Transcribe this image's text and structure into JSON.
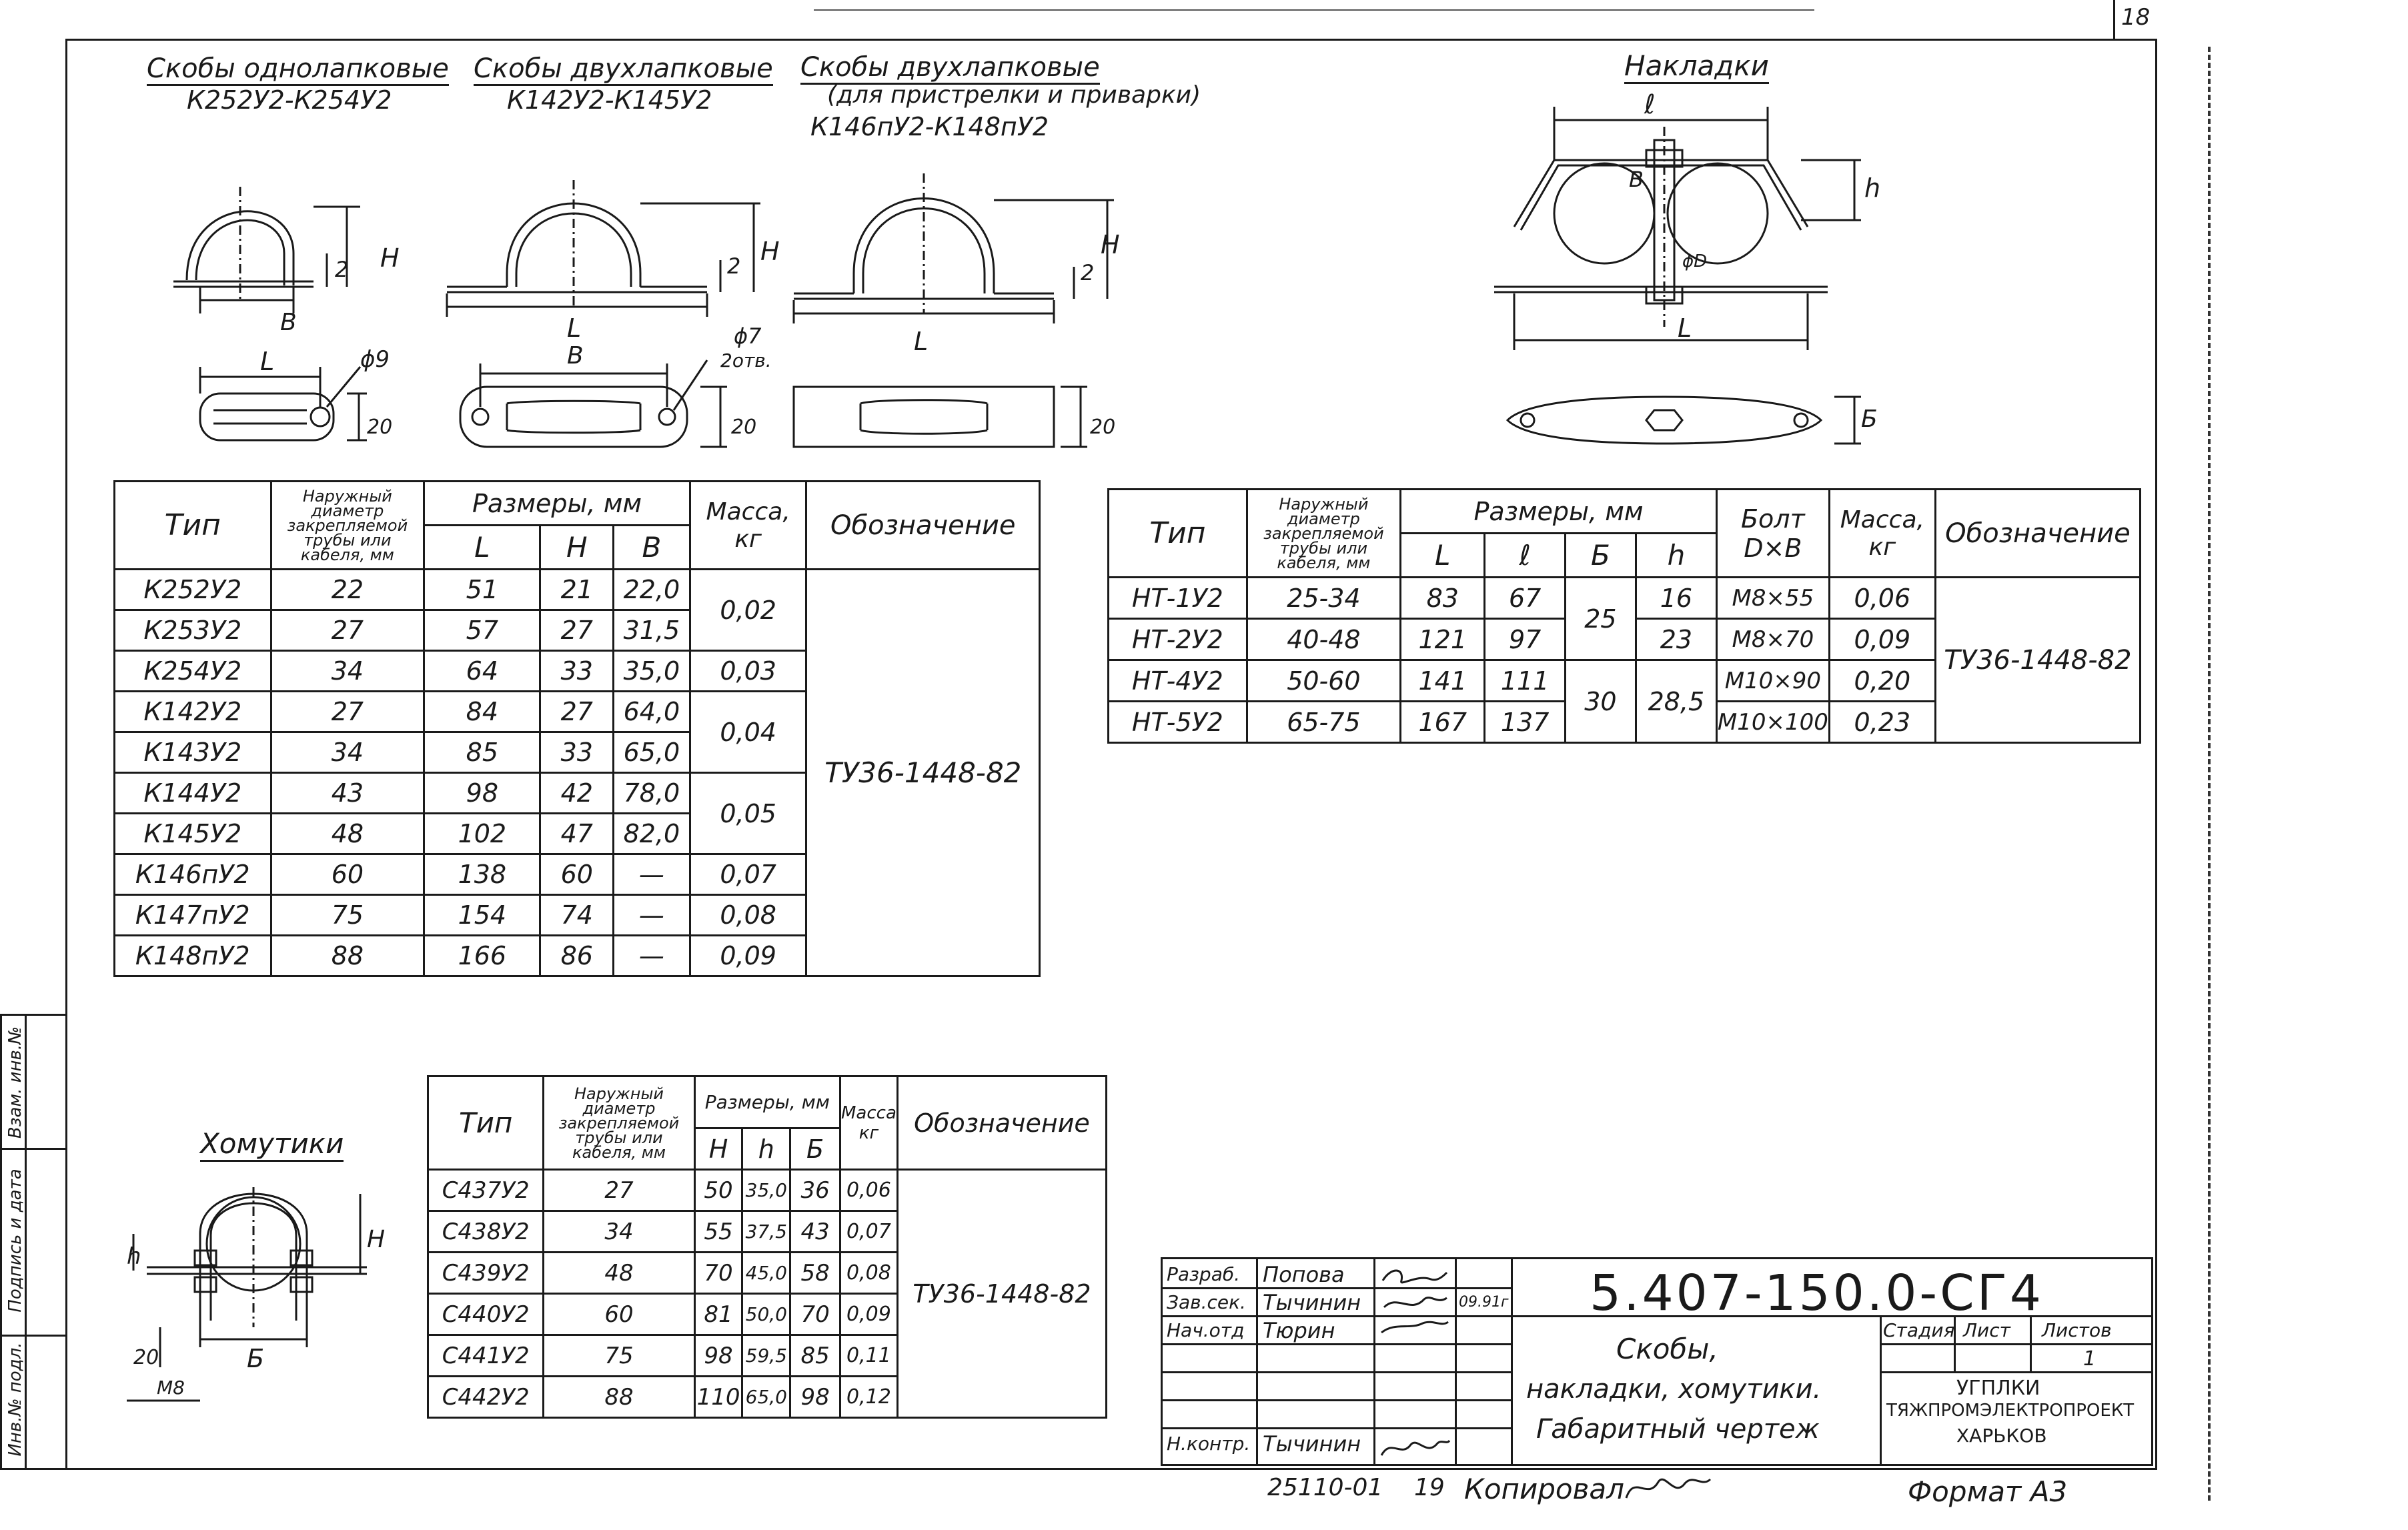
{
  "page_number": "18",
  "single_clamps": {
    "title": "Скобы однолапковые",
    "subtitle": "К252У2-К254У2"
  },
  "double_clamps": {
    "title": "Скобы двухлапковые",
    "subtitle": "К142У2-К145У2"
  },
  "double_clamps_welded": {
    "title": "Скобы двухлапковые",
    "note": "(для пристрелки и приварки)",
    "subtitle": "К146пУ2-К148пУ2"
  },
  "overlays": {
    "title": "Накладки"
  },
  "collars": {
    "title": "Хомутики"
  },
  "dim_labels": {
    "L": "L",
    "H": "H",
    "B": "B",
    "two": "2",
    "twenty": "20",
    "hole9": "ϕ9",
    "hole7": "ϕ7",
    "holes2": "2отв.",
    "l_small": "ℓ",
    "h_small": "h",
    "b_cyr": "Б",
    "b_lat": "В",
    "phiD": "ϕD",
    "m8": "М8"
  },
  "table1": {
    "headers": {
      "type": "Тип",
      "diameter": "Наружный диаметр закрепляемой трубы или кабеля, мм",
      "dimensions": "Размеры, мм",
      "L": "L",
      "H": "H",
      "B": "В",
      "mass": "Масса, кг",
      "designation": "Обозначение"
    },
    "rows": [
      {
        "type": "К252У2",
        "d": "22",
        "L": "51",
        "H": "21",
        "B": "22,0"
      },
      {
        "type": "К253У2",
        "d": "27",
        "L": "57",
        "H": "27",
        "B": "31,5"
      },
      {
        "type": "К254У2",
        "d": "34",
        "L": "64",
        "H": "33",
        "B": "35,0"
      },
      {
        "type": "К142У2",
        "d": "27",
        "L": "84",
        "H": "27",
        "B": "64,0"
      },
      {
        "type": "К143У2",
        "d": "34",
        "L": "85",
        "H": "33",
        "B": "65,0"
      },
      {
        "type": "К144У2",
        "d": "43",
        "L": "98",
        "H": "42",
        "B": "78,0"
      },
      {
        "type": "К145У2",
        "d": "48",
        "L": "102",
        "H": "47",
        "B": "82,0"
      },
      {
        "type": "К146пУ2",
        "d": "60",
        "L": "138",
        "H": "60",
        "B": "—"
      },
      {
        "type": "К147пУ2",
        "d": "75",
        "L": "154",
        "H": "74",
        "B": "—"
      },
      {
        "type": "К148пУ2",
        "d": "88",
        "L": "166",
        "H": "86",
        "B": "—"
      }
    ],
    "mass_groups": [
      "0,02",
      "0,03",
      "0,04",
      "0,05",
      "0,07",
      "0,08",
      "0,09"
    ],
    "designation": "ТУ36-1448-82"
  },
  "table2": {
    "headers": {
      "type": "Тип",
      "diameter": "Наружный диаметр закрепляемой трубы или кабеля, мм",
      "dimensions": "Размеры, мм",
      "L": "L",
      "l": "ℓ",
      "B": "Б",
      "h": "h",
      "bolt": "Болт D×B",
      "mass": "Масса, кг",
      "designation": "Обозначение"
    },
    "rows": [
      {
        "type": "НТ-1У2",
        "d": "25-34",
        "L": "83",
        "l": "67",
        "h": "16",
        "bolt": "М8×55",
        "mass": "0,06"
      },
      {
        "type": "НТ-2У2",
        "d": "40-48",
        "L": "121",
        "l": "97",
        "h": "23",
        "bolt": "М8×70",
        "mass": "0,09"
      },
      {
        "type": "НТ-4У2",
        "d": "50-60",
        "L": "141",
        "l": "111",
        "h": "28,5",
        "bolt": "М10×90",
        "mass": "0,20"
      },
      {
        "type": "НТ-5У2",
        "d": "65-75",
        "L": "167",
        "l": "137",
        "h": "",
        "bolt": "М10×100",
        "mass": "0,23"
      }
    ],
    "b_groups": [
      "25",
      "30"
    ],
    "designation": "ТУ36-1448-82"
  },
  "table3": {
    "headers": {
      "type": "Тип",
      "diameter": "Наружный диаметр закрепляемой трубы или кабеля, мм",
      "dimensions": "Размеры, мм",
      "H": "H",
      "h": "h",
      "B": "Б",
      "mass": "Масса кг",
      "designation": "Обозначение"
    },
    "rows": [
      {
        "type": "С437У2",
        "d": "27",
        "H": "50",
        "h": "35,0",
        "B": "36",
        "mass": "0,06"
      },
      {
        "type": "С438У2",
        "d": "34",
        "H": "55",
        "h": "37,5",
        "B": "43",
        "mass": "0,07"
      },
      {
        "type": "С439У2",
        "d": "48",
        "H": "70",
        "h": "45,0",
        "B": "58",
        "mass": "0,08"
      },
      {
        "type": "С440У2",
        "d": "60",
        "H": "81",
        "h": "50,0",
        "B": "70",
        "mass": "0,09"
      },
      {
        "type": "С441У2",
        "d": "75",
        "H": "98",
        "h": "59,5",
        "B": "85",
        "mass": "0,11"
      },
      {
        "type": "С442У2",
        "d": "88",
        "H": "110",
        "h": "65,0",
        "B": "98",
        "mass": "0,12"
      }
    ],
    "designation": "ТУ36-1448-82"
  },
  "title_block": {
    "roles": [
      {
        "role": "Разраб.",
        "name": "Попова",
        "date": ""
      },
      {
        "role": "Зав.сек.",
        "name": "Тычинин",
        "date": "09.91г"
      },
      {
        "role": "Нач.отд",
        "name": "Тюрин",
        "date": ""
      },
      {
        "role": "",
        "name": "",
        "date": ""
      },
      {
        "role": "",
        "name": "",
        "date": ""
      },
      {
        "role": "",
        "name": "",
        "date": ""
      },
      {
        "role": "Н.контр.",
        "name": "Тычинин",
        "date": ""
      }
    ],
    "doc_code": "5.407-150.0-СГ4",
    "title_lines": [
      "Скобы,",
      "накладки, хомутики.",
      "Габаритный чертеж"
    ],
    "stage": "Стадия",
    "sheet": "Лист",
    "sheets": "Листов",
    "sheets_value": "1",
    "org_lines": [
      "УГПЛКИ",
      "ТЯЖПРОМЭЛЕКТРОПРОЕКТ",
      "ХАРЬКОВ"
    ]
  },
  "side_stamp": [
    "Инв.№ подл.",
    "Подпись и дата",
    "Взам. инв.№"
  ],
  "footer": {
    "copy_code": "25110-01",
    "copy_num": "19",
    "copied": "Копировал",
    "format": "Формат А3"
  }
}
